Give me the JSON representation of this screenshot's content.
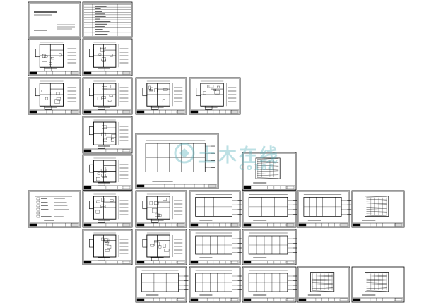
{
  "page": {
    "background": "#ffffff",
    "ink": "#000000"
  },
  "watermark": {
    "main": "土木在线",
    "sub": "Co188",
    "color": "#5fb4be"
  },
  "sheets": [
    {
      "id": "title",
      "type": "cover",
      "title": ""
    },
    {
      "id": "index",
      "type": "index-table",
      "title": ""
    },
    {
      "id": "r2c1",
      "type": "plan",
      "title": ""
    },
    {
      "id": "r2c2",
      "type": "plan",
      "title": ""
    },
    {
      "id": "r3c1",
      "type": "plan",
      "title": ""
    },
    {
      "id": "r3c2",
      "type": "plan",
      "title": ""
    },
    {
      "id": "r3c3",
      "type": "plan",
      "title": ""
    },
    {
      "id": "r3c4",
      "type": "plan",
      "title": ""
    },
    {
      "id": "r4c2",
      "type": "plan",
      "title": ""
    },
    {
      "id": "r5c2",
      "type": "plan",
      "title": ""
    },
    {
      "id": "r5c3",
      "type": "elevation",
      "title": ""
    },
    {
      "id": "r5c5",
      "type": "detail",
      "title": ""
    },
    {
      "id": "r6c1",
      "type": "legend",
      "title": ""
    },
    {
      "id": "r6c2",
      "type": "plan",
      "title": ""
    },
    {
      "id": "r6c3",
      "type": "plan",
      "title": ""
    },
    {
      "id": "r6c4",
      "type": "elevation",
      "title": ""
    },
    {
      "id": "r6c5",
      "type": "elevation",
      "title": ""
    },
    {
      "id": "r6c6",
      "type": "elevation",
      "title": ""
    },
    {
      "id": "r6c7",
      "type": "detail",
      "title": ""
    },
    {
      "id": "r7c2",
      "type": "plan",
      "title": ""
    },
    {
      "id": "r7c3",
      "type": "plan",
      "title": ""
    },
    {
      "id": "r7c4",
      "type": "elevation",
      "title": ""
    },
    {
      "id": "r7c5",
      "type": "elevation",
      "title": ""
    },
    {
      "id": "r8c3",
      "type": "elevation",
      "title": ""
    },
    {
      "id": "r8c4",
      "type": "elevation",
      "title": ""
    },
    {
      "id": "r8c5",
      "type": "elevation",
      "title": ""
    },
    {
      "id": "r8c6",
      "type": "detail",
      "title": ""
    },
    {
      "id": "r8c7",
      "type": "detail",
      "title": ""
    }
  ]
}
